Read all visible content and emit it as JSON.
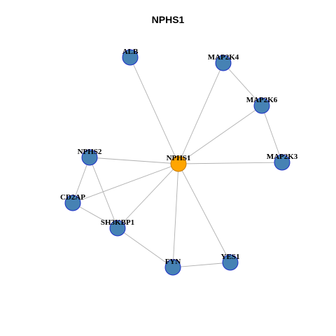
{
  "title": "NPHS1",
  "colors": {
    "center_fill": "#FFA500",
    "center_stroke": "#C77A00",
    "node_fill": "#4682B4",
    "node_stroke": "#1E2FC8",
    "edge": "#B0B0B0"
  },
  "nodes": [
    {
      "id": "NPHS1",
      "label": "NPHS1",
      "role": "center"
    },
    {
      "id": "ALB",
      "label": "ALB",
      "role": "neighbor"
    },
    {
      "id": "MAP2K4",
      "label": "MAP2K4",
      "role": "neighbor"
    },
    {
      "id": "MAP2K6",
      "label": "MAP2K6",
      "role": "neighbor"
    },
    {
      "id": "MAP2K3",
      "label": "MAP2K3",
      "role": "neighbor"
    },
    {
      "id": "NPHS2",
      "label": "NPHS2",
      "role": "neighbor"
    },
    {
      "id": "CD2AP",
      "label": "CD2AP",
      "role": "neighbor"
    },
    {
      "id": "SH3KBP1",
      "label": "SH3KBP1",
      "role": "neighbor"
    },
    {
      "id": "FYN",
      "label": "FYN",
      "role": "neighbor"
    },
    {
      "id": "YES1",
      "label": "YES1",
      "role": "neighbor"
    }
  ],
  "edges": [
    [
      "NPHS1",
      "ALB"
    ],
    [
      "NPHS1",
      "MAP2K4"
    ],
    [
      "NPHS1",
      "MAP2K6"
    ],
    [
      "NPHS1",
      "MAP2K3"
    ],
    [
      "NPHS1",
      "NPHS2"
    ],
    [
      "NPHS1",
      "CD2AP"
    ],
    [
      "NPHS1",
      "SH3KBP1"
    ],
    [
      "NPHS1",
      "FYN"
    ],
    [
      "NPHS1",
      "YES1"
    ],
    [
      "MAP2K4",
      "MAP2K6"
    ],
    [
      "MAP2K6",
      "MAP2K3"
    ],
    [
      "NPHS2",
      "CD2AP"
    ],
    [
      "NPHS2",
      "SH3KBP1"
    ],
    [
      "CD2AP",
      "SH3KBP1"
    ],
    [
      "SH3KBP1",
      "FYN"
    ],
    [
      "FYN",
      "YES1"
    ]
  ]
}
